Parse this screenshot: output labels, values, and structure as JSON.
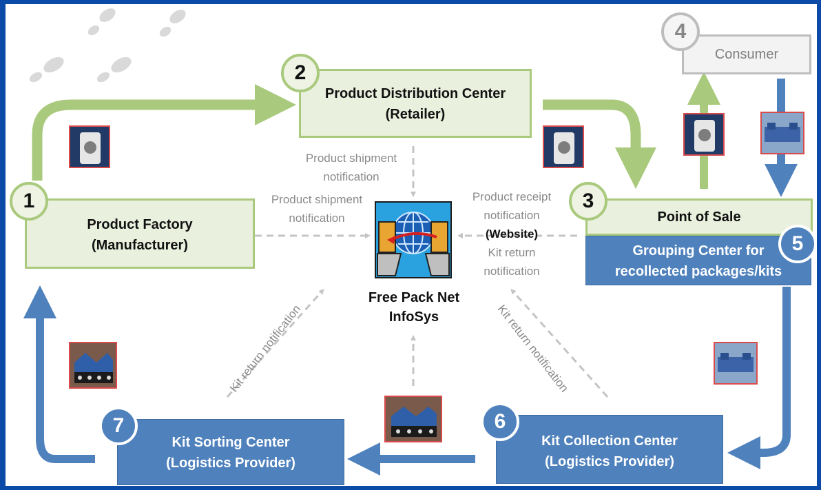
{
  "nodes": {
    "n1": {
      "number": "1",
      "line1": "Product Factory",
      "line2": "(Manufacturer)"
    },
    "n2": {
      "number": "2",
      "line1": "Product Distribution Center",
      "line2": "(Retailer)"
    },
    "n3": {
      "number": "3",
      "line1": "Point of Sale"
    },
    "n4": {
      "number": "4",
      "line1": "Consumer"
    },
    "n5": {
      "number": "5",
      "line1": "Grouping Center for",
      "line2": "recollected packages/kits"
    },
    "n6": {
      "number": "6",
      "line1": "Kit Collection Center",
      "line2": "(Logistics Provider)"
    },
    "n7": {
      "number": "7",
      "line1": "Kit Sorting Center",
      "line2": "(Logistics Provider)"
    }
  },
  "system": {
    "line1": "Free Pack Net",
    "line2": "InfoSys"
  },
  "notes": {
    "ship_top_1": "Product shipment",
    "ship_top_2": "notification",
    "ship_left_1": "Product shipment",
    "ship_left_2": "notification",
    "receipt_1": "Product receipt",
    "receipt_2": "notification",
    "website": "(Website)",
    "kit_ret_1": "Kit return",
    "kit_ret_2": "notification",
    "diag_left": "Kit return notification",
    "diag_right": "Kit return notification"
  },
  "colors": {
    "green": "#a9c97c",
    "blue": "#4f81bd",
    "grey": "#bdbdbd",
    "frame": "#0b4aa6"
  }
}
